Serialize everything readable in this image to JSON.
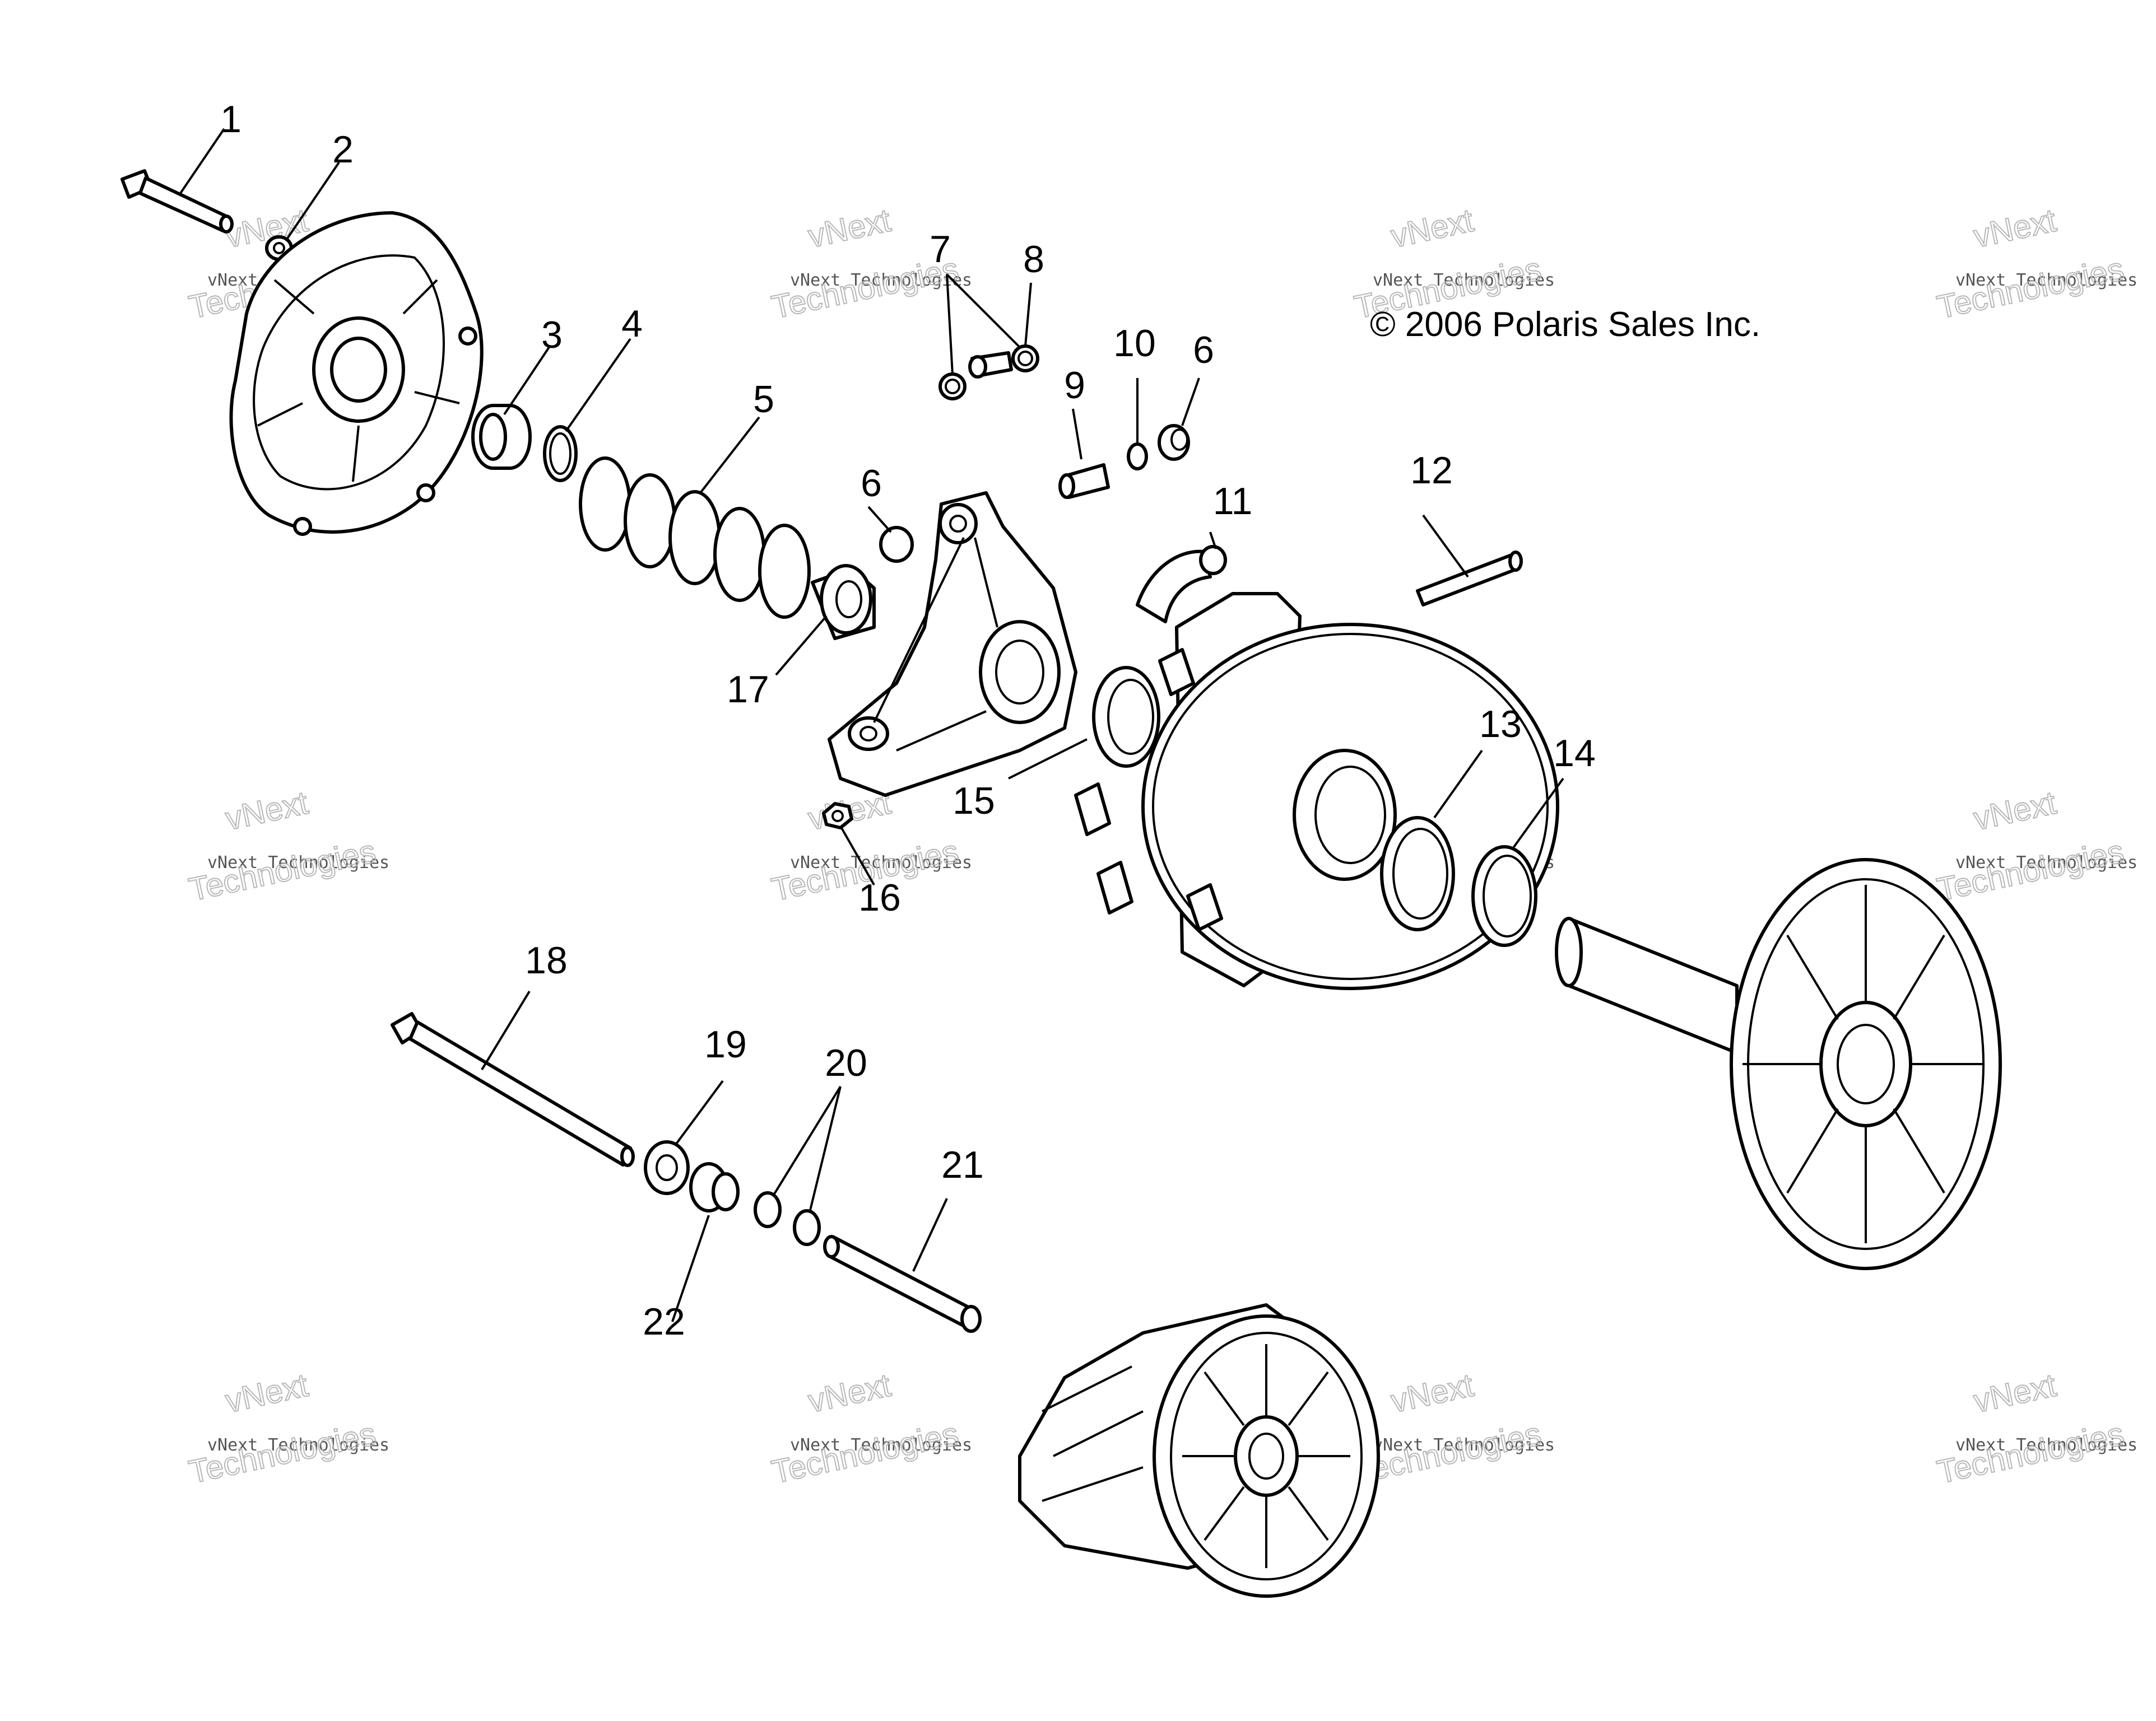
{
  "copyright": "© 2006 Polaris Sales Inc.",
  "watermark": {
    "line1": "vNext",
    "line2": "vNext Technologies",
    "line3": "Technologies"
  },
  "callouts": [
    {
      "id": "c1",
      "text": "1"
    },
    {
      "id": "c2",
      "text": "2"
    },
    {
      "id": "c3",
      "text": "3"
    },
    {
      "id": "c4",
      "text": "4"
    },
    {
      "id": "c5",
      "text": "5"
    },
    {
      "id": "c6a",
      "text": "6"
    },
    {
      "id": "c6b",
      "text": "6"
    },
    {
      "id": "c7",
      "text": "7"
    },
    {
      "id": "c8",
      "text": "8"
    },
    {
      "id": "c9",
      "text": "9"
    },
    {
      "id": "c10",
      "text": "10"
    },
    {
      "id": "c11",
      "text": "11"
    },
    {
      "id": "c12",
      "text": "12"
    },
    {
      "id": "c13",
      "text": "13"
    },
    {
      "id": "c14",
      "text": "14"
    },
    {
      "id": "c15",
      "text": "15"
    },
    {
      "id": "c16",
      "text": "16"
    },
    {
      "id": "c17",
      "text": "17"
    },
    {
      "id": "c18",
      "text": "18"
    },
    {
      "id": "c19",
      "text": "19"
    },
    {
      "id": "c20",
      "text": "20"
    },
    {
      "id": "c21",
      "text": "21"
    },
    {
      "id": "c22",
      "text": "22"
    }
  ]
}
